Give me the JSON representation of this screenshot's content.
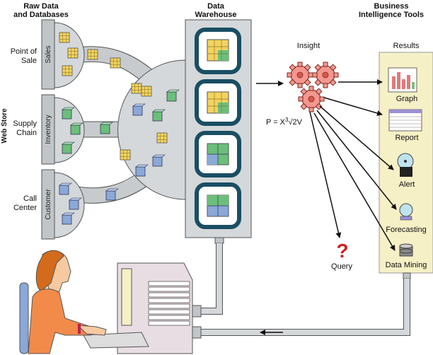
{
  "headers": {
    "raw": [
      "Raw Data",
      "and Databases"
    ],
    "warehouse": [
      "Data",
      "Warehouse"
    ],
    "bi": [
      "Business",
      "Intelligence Tools"
    ],
    "insight": "Insight",
    "results": "Results"
  },
  "web_store": "Web Store",
  "sources": [
    {
      "label": [
        "Point of",
        "Sale"
      ],
      "db": "Sales"
    },
    {
      "label": [
        "Supply",
        "Chain"
      ],
      "db": "Inventory"
    },
    {
      "label": [
        "Call",
        "Center"
      ],
      "db": "Customer"
    }
  ],
  "formula": {
    "lhs": "P = X",
    "exp": "3",
    "rhs": "2V"
  },
  "results": [
    "Graph",
    "Report",
    "Alert",
    "Forecasting",
    "Data Mining"
  ],
  "query": {
    "label": "Query",
    "mark": "?"
  },
  "colors": {
    "panel": "#d4d8da",
    "pipe": "#c7cbcd",
    "teal_frame": "#1a4e63",
    "cube_yellow": "#f4d35e",
    "cube_green": "#6bbf7a",
    "cube_blue": "#8aa8d8",
    "gear": "#f4978e",
    "results_bg": "#f6f0c6",
    "terminal": "#e9dde4",
    "query_red": "#cc2222"
  }
}
